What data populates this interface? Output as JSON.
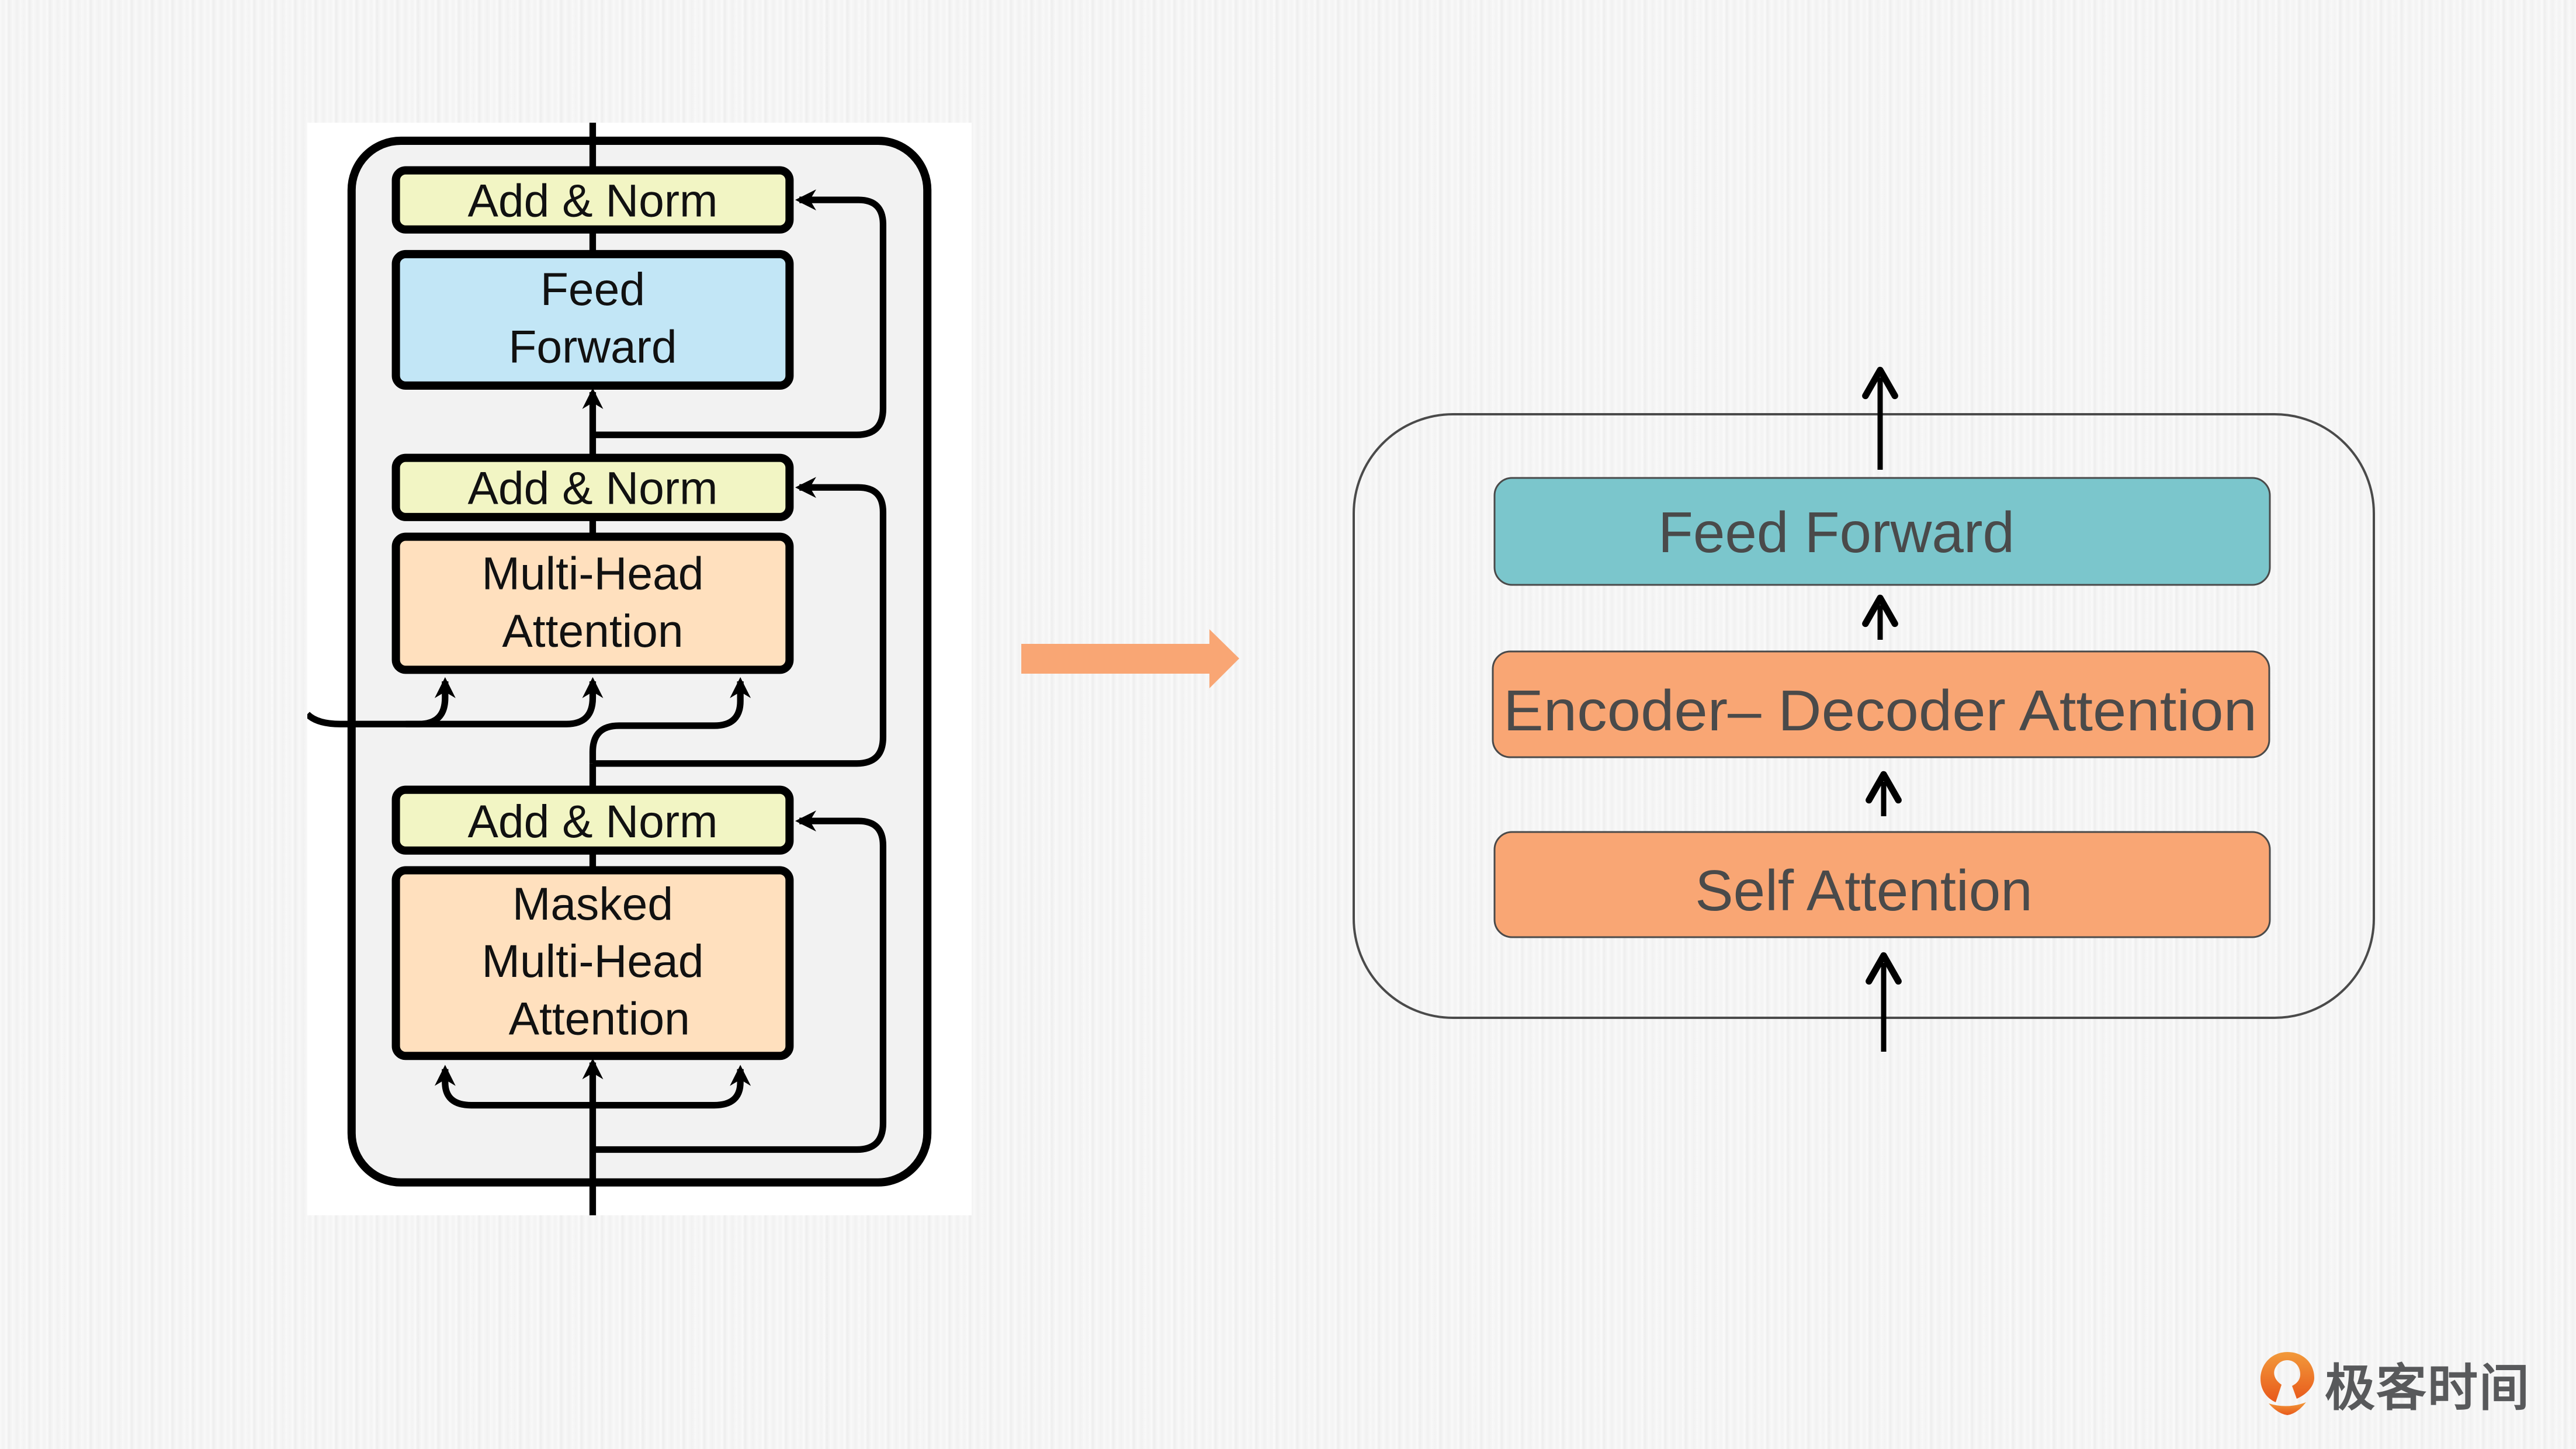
{
  "left_diagram": {
    "title": "Transformer decoder block (original paper figure)",
    "blocks": {
      "add_norm_top": "Add & Norm",
      "feed_forward_line1": "Feed",
      "feed_forward_line2": "Forward",
      "add_norm_mid": "Add & Norm",
      "mha_line1": "Multi-Head",
      "mha_line2": "Attention",
      "add_norm_bottom": "Add & Norm",
      "masked_line1": "Masked",
      "masked_line2": "Multi-Head",
      "masked_line3": "Attention"
    },
    "colors": {
      "add_norm": "#F2F5C4",
      "feed_forward": "#C2E6F6",
      "attention": "#FFE0BE",
      "block_bg": "#F2F2F2",
      "stroke": "#000000"
    }
  },
  "transition_arrow": {
    "color": "#F9A674",
    "direction": "right"
  },
  "right_diagram": {
    "blocks": {
      "feed_forward": "Feed Forward",
      "encoder_decoder_attention": "Encoder– Decoder Attention",
      "self_attention": "Self Attention"
    },
    "colors": {
      "feed_forward": "#7BC6CC",
      "attention": "#F9A674",
      "text": "#4A4A4A",
      "outline": "#4A4A4A"
    }
  },
  "logo": {
    "icon": "geektime-logo-icon",
    "text": "极客时间",
    "colors": {
      "icon_top": "#F29A3B",
      "icon_bottom": "#E8581A",
      "text": "#58595B"
    }
  }
}
